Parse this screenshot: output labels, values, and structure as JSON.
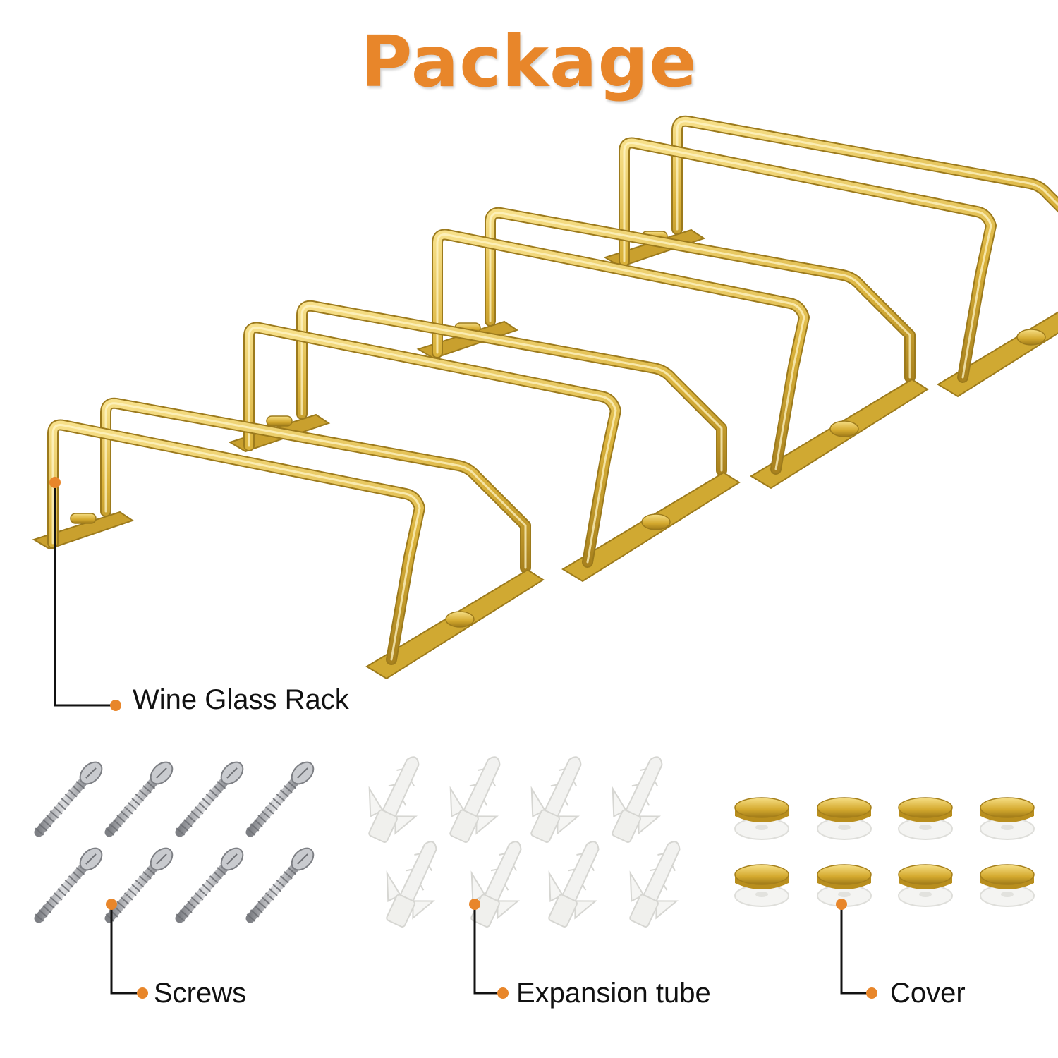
{
  "title": "Package",
  "colors": {
    "accent": "#e8862a",
    "gold": "#d9b13a",
    "gold_dark": "#a9821e",
    "silver": "#a6a8ac",
    "plastic": "#f2f2f0",
    "text": "#111111"
  },
  "labels": {
    "rack": "Wine Glass Rack",
    "screws": "Screws",
    "expansion": "Expansion tube",
    "cover": "Cover"
  },
  "counts": {
    "racks": 4,
    "screws": 8,
    "expansion_tubes": 8,
    "covers": 8
  }
}
